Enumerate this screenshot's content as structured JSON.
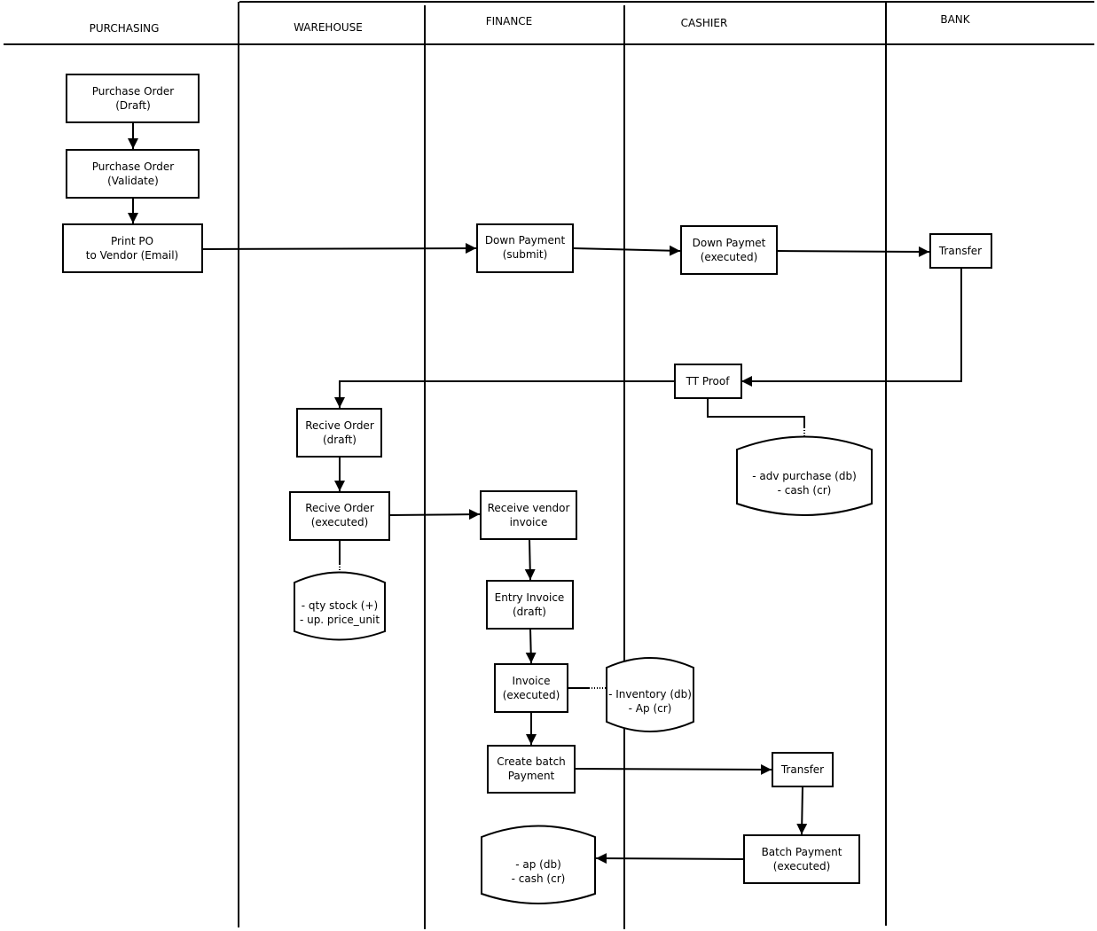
{
  "lanes": {
    "purchasing": "PURCHASING",
    "warehouse": "WAREHOUSE",
    "finance": "FINANCE",
    "cashier": "CASHIER",
    "bank": "BANK"
  },
  "nodes": {
    "po_draft": [
      "Purchase Order",
      "(Draft)"
    ],
    "po_validate": [
      "Purchase Order",
      "(Validate)"
    ],
    "print_po": [
      "Print PO",
      "to Vendor (Email)"
    ],
    "dp_submit": [
      "Down Payment",
      "(submit)"
    ],
    "dp_executed": [
      "Down Paymet",
      "(executed)"
    ],
    "transfer_1": [
      "Transfer"
    ],
    "tt_proof": [
      "TT Proof"
    ],
    "db_adv": [
      "- adv purchase (db)",
      "- cash (cr)"
    ],
    "ro_draft": [
      "Recive Order",
      "(draft)"
    ],
    "ro_executed": [
      "Recive Order",
      "(executed)"
    ],
    "db_stock": [
      "- qty stock (+)",
      "- up. price_unit"
    ],
    "recv_invoice": [
      "Receive vendor",
      "invoice"
    ],
    "entry_invoice": [
      "Entry Invoice",
      "(draft)"
    ],
    "invoice_executed": [
      "Invoice",
      "(executed)"
    ],
    "db_inventory": [
      "- Inventory (db)",
      "- Ap (cr)"
    ],
    "batch_create": [
      "Create batch",
      "Payment"
    ],
    "transfer_2": [
      "Transfer"
    ],
    "batch_executed": [
      "Batch Payment",
      "(executed)"
    ],
    "db_ap": [
      "- ap (db)",
      "- cash (cr)"
    ]
  }
}
